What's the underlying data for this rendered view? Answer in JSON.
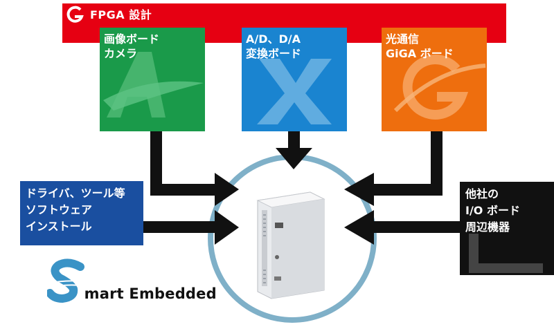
{
  "banner": {
    "title": "FPGA 設計",
    "color": "#e60012"
  },
  "boxes": {
    "camera": {
      "lines": "画像ボード\nカメラ",
      "color": "#1a9a4a",
      "logo_letter": "A"
    },
    "adda": {
      "lines": "A/D、D/A\n変換ボード",
      "color": "#1a84d0",
      "logo_letter": "X"
    },
    "optical": {
      "lines": "光通信\nGiGA ボード",
      "color": "#ee6e0e",
      "logo_letter": "G"
    }
  },
  "left_box": {
    "lines": "ドライバ、ツール等\nソフトウェア\nインストール",
    "color": "#1a4fa0"
  },
  "right_box": {
    "lines": "他社の\nI/O ボード\n周辺機器",
    "color": "#111111"
  },
  "brand": {
    "initial": "S",
    "rest": "mart Embedded"
  },
  "icons": [
    "fpga-logo-icon",
    "computer-tower-icon",
    "arrow-icon"
  ]
}
